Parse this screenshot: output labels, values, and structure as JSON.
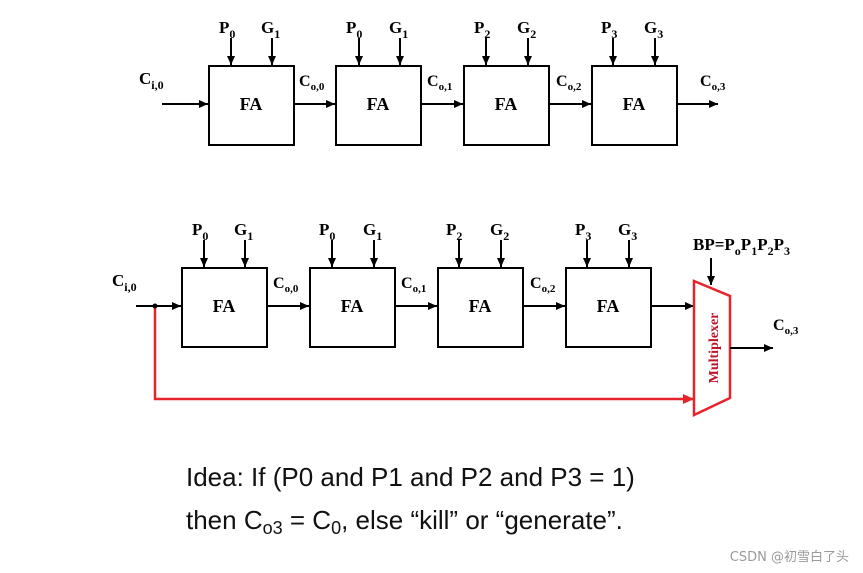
{
  "top_chain": {
    "input_label": {
      "main": "C",
      "sub": "i,0"
    },
    "blocks": [
      {
        "label": "FA",
        "signals": [
          {
            "main": "P",
            "sub": "0"
          },
          {
            "main": "G",
            "sub": "1"
          }
        ]
      },
      {
        "label": "FA",
        "signals": [
          {
            "main": "P",
            "sub": "0"
          },
          {
            "main": "G",
            "sub": "1"
          }
        ]
      },
      {
        "label": "FA",
        "signals": [
          {
            "main": "P",
            "sub": "2"
          },
          {
            "main": "G",
            "sub": "2"
          }
        ]
      },
      {
        "label": "FA",
        "signals": [
          {
            "main": "P",
            "sub": "3"
          },
          {
            "main": "G",
            "sub": "3"
          }
        ]
      }
    ],
    "carries": [
      {
        "main": "C",
        "sub": "o,0"
      },
      {
        "main": "C",
        "sub": "o,1"
      },
      {
        "main": "C",
        "sub": "o,2"
      },
      {
        "main": "C",
        "sub": "o,3"
      }
    ]
  },
  "bottom_chain": {
    "input_label": {
      "main": "C",
      "sub": "i,0"
    },
    "blocks": [
      {
        "label": "FA",
        "signals": [
          {
            "main": "P",
            "sub": "0"
          },
          {
            "main": "G",
            "sub": "1"
          }
        ]
      },
      {
        "label": "FA",
        "signals": [
          {
            "main": "P",
            "sub": "0"
          },
          {
            "main": "G",
            "sub": "1"
          }
        ]
      },
      {
        "label": "FA",
        "signals": [
          {
            "main": "P",
            "sub": "2"
          },
          {
            "main": "G",
            "sub": "2"
          }
        ]
      },
      {
        "label": "FA",
        "signals": [
          {
            "main": "P",
            "sub": "3"
          },
          {
            "main": "G",
            "sub": "3"
          }
        ]
      }
    ],
    "carries": [
      {
        "main": "C",
        "sub": "o,0"
      },
      {
        "main": "C",
        "sub": "o,1"
      },
      {
        "main": "C",
        "sub": "o,2"
      }
    ],
    "bp_label": "BP=P",
    "bp_terms": [
      "o",
      "1",
      "2",
      "3"
    ],
    "mux_label": "Multiplexer",
    "output_label": {
      "main": "C",
      "sub": "o,3"
    }
  },
  "idea": {
    "line1": "Idea: If (P0 and P1 and P2 and P3 = 1)",
    "line2_prefix": "then C",
    "line2_sub1": "o3",
    "line2_mid": " = C",
    "line2_sub2": "0",
    "line2_suffix": ", else “kill” or “generate”."
  },
  "watermark": "CSDN @初雪白了头",
  "colors": {
    "line": "#000000",
    "bypass": "#e8232a",
    "mux_text": "#c0142a"
  }
}
